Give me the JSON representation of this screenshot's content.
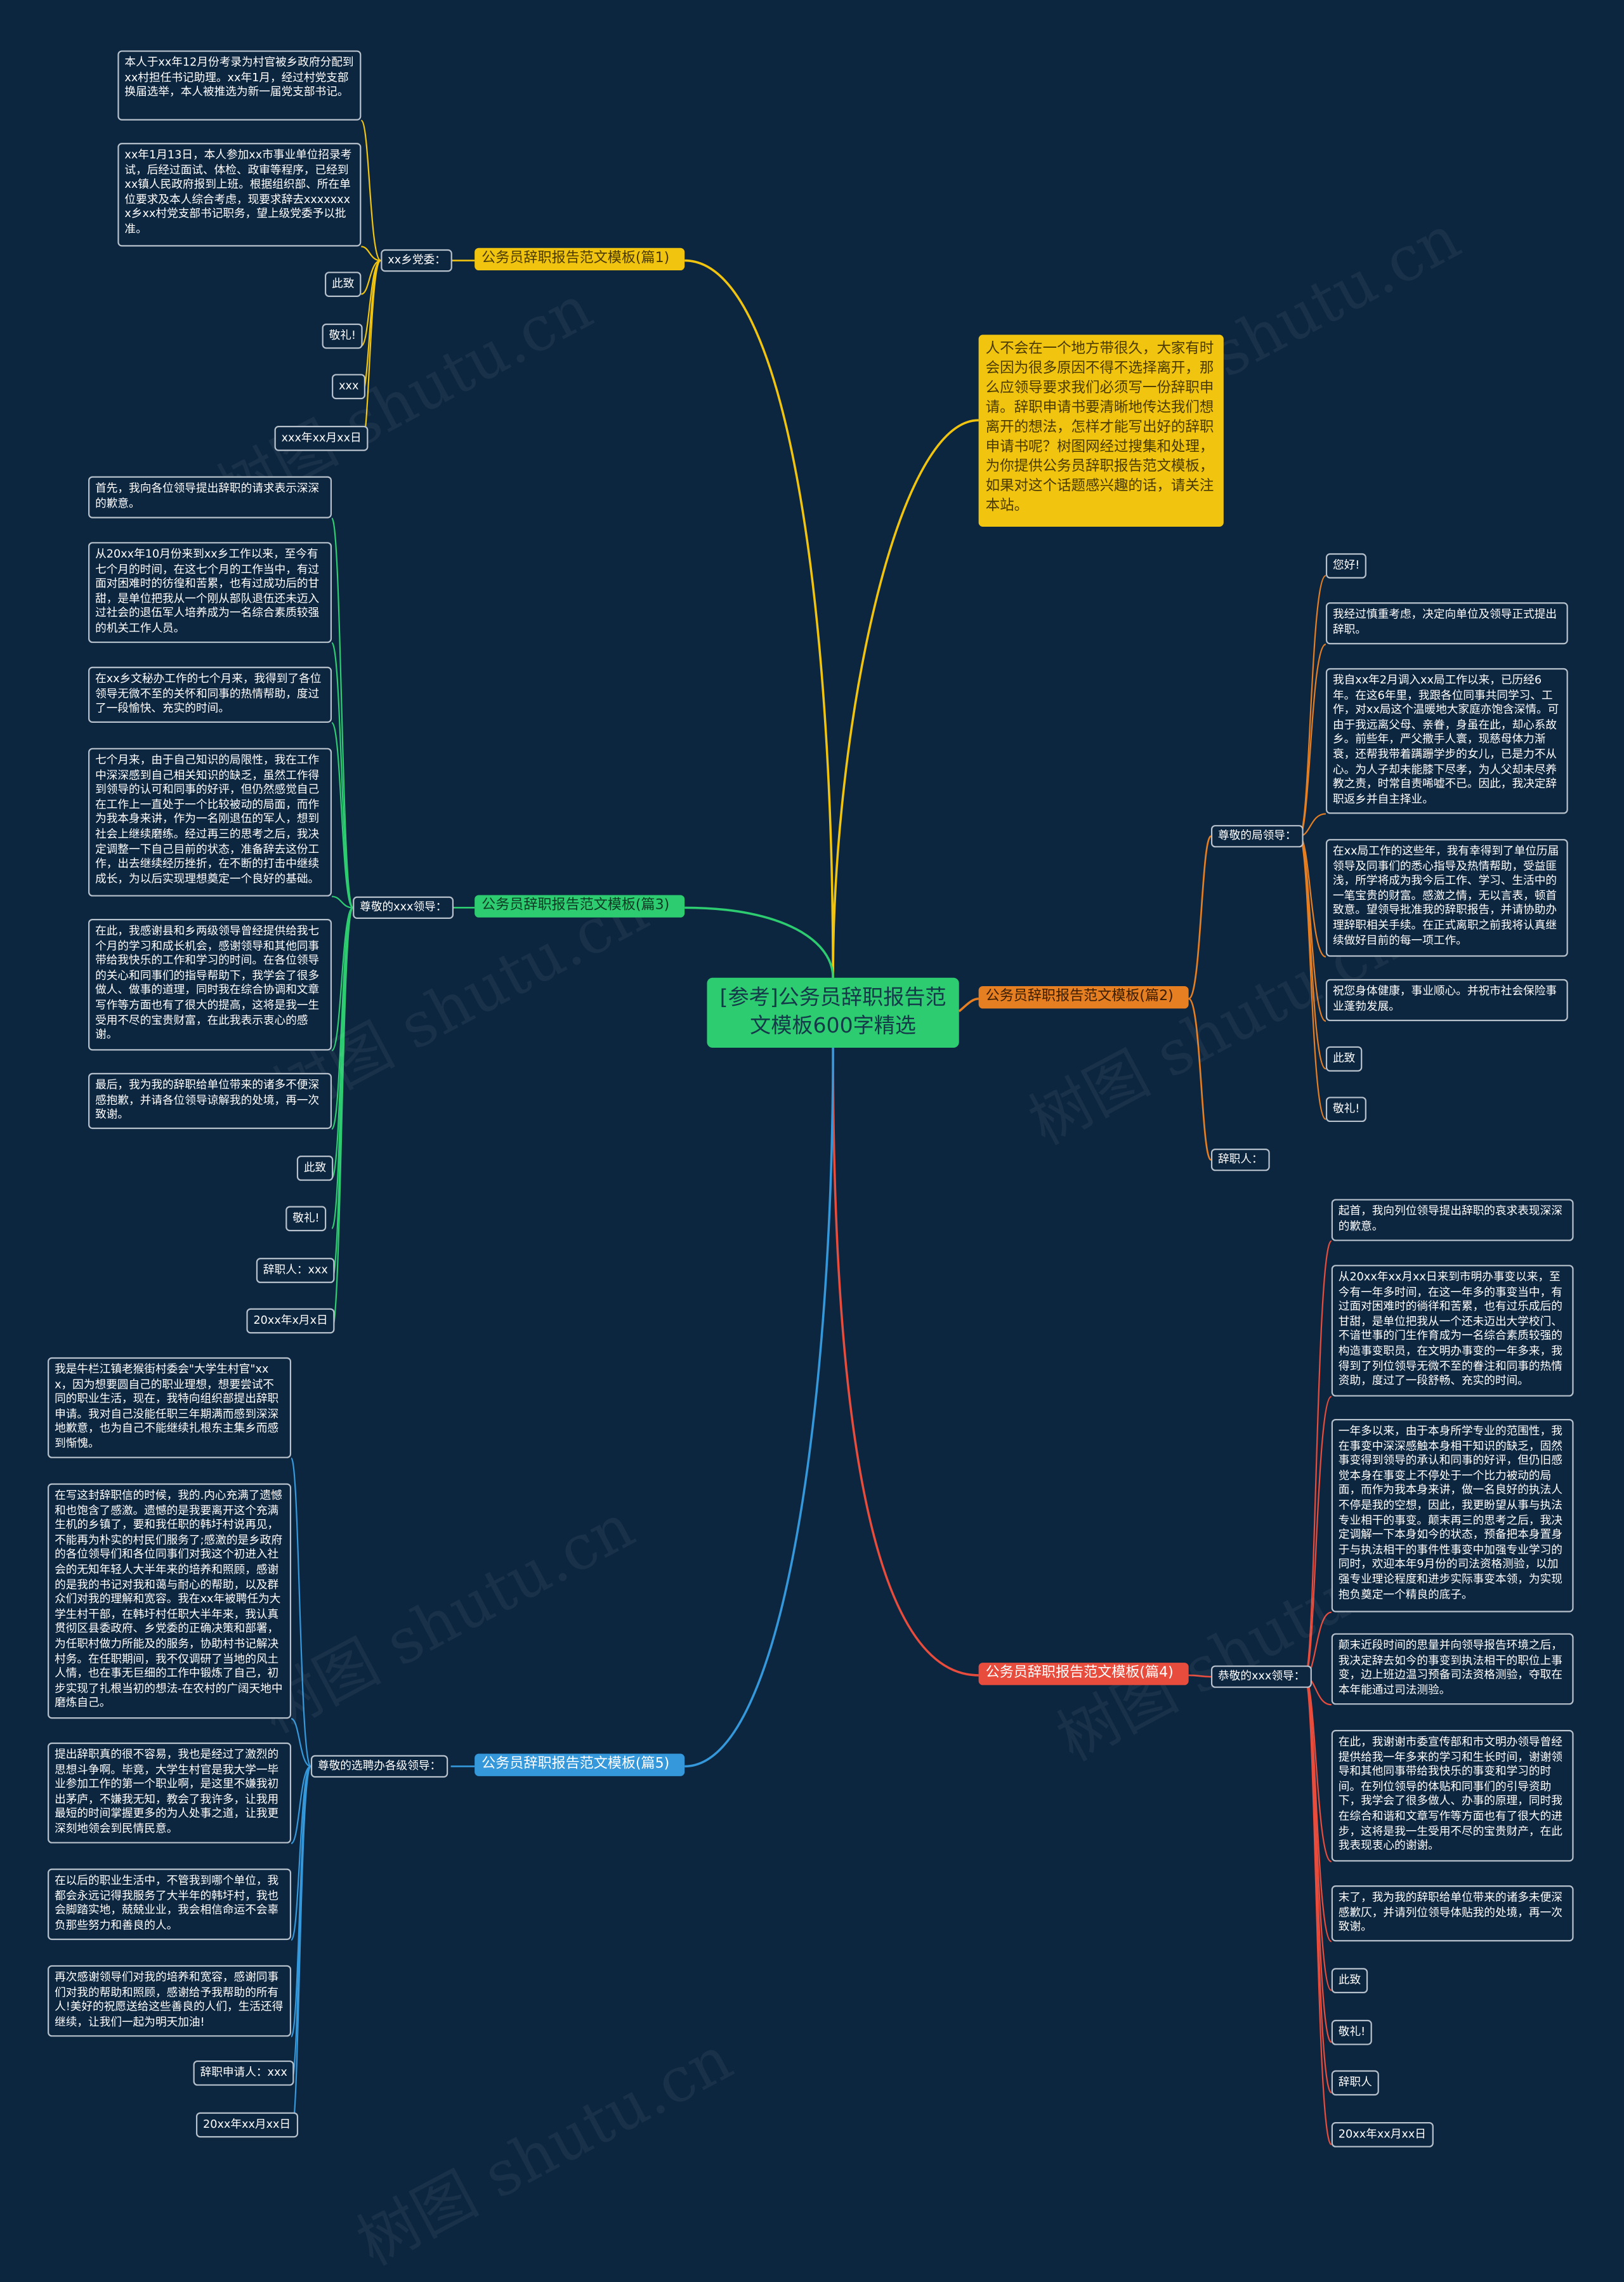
{
  "root": {
    "title": "[参考]公务员辞职报告范文模板600字精选"
  },
  "intro": {
    "text": "人不会在一个地方带很久，大家有时会因为很多原因不得不选择离开，那么应领导要求我们必须写一份辞职申请。辞职申请书要清晰地传达我们想离开的想法，怎样才能写出好的辞职申请书呢？树图网经过搜集和处理，为你提供公务员辞职报告范文模板，如果对这个话题感兴趣的话，请关注本站。"
  },
  "colors": {
    "background": "#0d2640",
    "b1": "#f1c40f",
    "b2": "#e67e22",
    "b3": "#2ecc71",
    "b4": "#e74c3c",
    "b5": "#3498db"
  },
  "branches": {
    "b1": {
      "label": "公务员辞职报告范文模板(篇1)",
      "sub": "xx乡党委：",
      "paragraphs": [
        "本人于xx年12月份考录为村官被乡政府分配到xx村担任书记助理。xx年1月，经过村党支部换届选举，本人被推选为新一届党支部书记。",
        "xx年1月13日，本人参加xx市事业单位招录考试，后经过面试、体检、政审等程序，已经到xx镇人民政府报到上班。根据组织部、所在单位要求及本人综合考虑，现要求辞去xxxxxxxx乡xx村党支部书记职务，望上级党委予以批准。"
      ],
      "tags": [
        "此致",
        "敬礼!",
        "xxx",
        "xxx年xx月xx日"
      ]
    },
    "b2": {
      "label": "公务员辞职报告范文模板(篇2)",
      "sub1": "尊敬的局领导：",
      "sub2": "辞职人：",
      "greet": "您好!",
      "paragraphs": [
        "我经过慎重考虑，决定向单位及领导正式提出辞职。",
        "我自xx年2月调入xx局工作以来，已历经6年。在这6年里，我跟各位同事共同学习、工作，对xx局这个温暖地大家庭亦饱含深情。可由于我远离父母、亲眷，身虽在此，却心系故乡。前些年，严父撒手人寰，现慈母体力渐衰，还帮我带着蹒跚学步的女儿，已是力不从心。为人子却未能膝下尽孝，为人父却未尽养教之责，时常自责唏嘘不已。因此，我决定辞职返乡并自主择业。",
        "在xx局工作的这些年，我有幸得到了单位历届领导及同事们的悉心指导及热情帮助，受益匪浅，所学将成为我今后工作、学习、生活中的一笔宝贵的财富。感激之情，无以言表，顿首致意。望领导批准我的辞职报告，并请协助办理辞职相关手续。在正式离职之前我将认真继续做好目前的每一项工作。",
        "祝您身体健康，事业顺心。并祝市社会保险事业蓬勃发展。"
      ],
      "tags": [
        "此致",
        "敬礼!"
      ]
    },
    "b3": {
      "label": "公务员辞职报告范文模板(篇3)",
      "sub": "尊敬的xxx领导：",
      "paragraphs": [
        "首先，我向各位领导提出辞职的请求表示深深的歉意。",
        "从20xx年10月份来到xx乡工作以来，至今有七个月的时间，在这七个月的工作当中，有过面对困难时的彷徨和苦累，也有过成功后的甘甜，是单位把我从一个刚从部队退伍还未迈入过社会的退伍军人培养成为一名综合素质较强的机关工作人员。",
        "在xx乡文秘办工作的七个月来，我得到了各位领导无微不至的关怀和同事的热情帮助，度过了一段愉快、充实的时间。",
        "七个月来，由于自己知识的局限性，我在工作中深深感到自己相关知识的缺乏，虽然工作得到领导的认可和同事的好评，但仍然感觉自己在工作上一直处于一个比较被动的局面，而作为我本身来讲，作为一名刚退伍的军人，想到社会上继续磨练。经过再三的思考之后，我决定调整一下自己目前的状态，准备辞去这份工作，出去继续经历挫折，在不断的打击中继续成长，为以后实现理想奠定一个良好的基础。",
        "在此，我感谢县和乡两级领导曾经提供给我七个月的学习和成长机会，感谢领导和其他同事带给我快乐的工作和学习的时间。在各位领导的关心和同事们的指导帮助下，我学会了很多做人、做事的道理，同时我在综合协调和文章写作等方面也有了很大的提高，这将是我一生受用不尽的宝贵财富，在此我表示衷心的感谢。",
        "最后，我为我的辞职给单位带来的诸多不便深感抱歉，并请各位领导谅解我的处境，再一次致谢。"
      ],
      "tags": [
        "此致",
        "敬礼!",
        "辞职人：xxx",
        "20xx年x月x日"
      ]
    },
    "b4": {
      "label": "公务员辞职报告范文模板(篇4)",
      "sub": "恭敬的xxx领导：",
      "paragraphs": [
        "起首，我向列位领导提出辞职的哀求表现深深的歉意。",
        "从20xx年xx月xx日来到市明办事变以来，至今有一年多时间，在这一年多的事变当中，有过面对困难时的徜徉和苦累，也有过乐成后的甘甜，是单位把我从一个还未迈出大学校门、不谙世事的门生作育成为一名综合素质较强的构造事变职员，在文明办事变的一年多来，我得到了列位领导无微不至的眷注和同事的热情资助，度过了一段舒畅、充实的时间。",
        "一年多以来，由于本身所学专业的范围性，我在事变中深深感触本身相干知识的缺乏，固然事变得到领导的承认和同事的好评，但仍旧感觉本身在事变上不停处于一个比力被动的局面，而作为我本身来讲，做一名良好的执法人不停是我的空想，因此，我更盼望从事与执法专业相干的事变。颠末再三的思考之后，我决定调解一下本身如今的状态，预备把本身置身于与执法相干的事件性事变中加强专业学习的同时，欢迎本年9月份的司法资格测验，以加强专业理论程度和进步实际事变本领，为实现抱负奠定一个精良的底子。",
        "颠末近段时间的思量并向领导报告环境之后，我决定辞去如今的事变到执法相干的职位上事变，边上班边温习预备司法资格测验，夺取在本年能通过司法测验。",
        "在此，我谢谢市委宣传部和市文明办领导曾经提供给我一年多来的学习和生长时间，谢谢领导和其他同事带给我快乐的事变和学习的时间。在列位领导的体贴和同事们的引导资助下，我学会了很多做人、办事的原理，同时我在综合和谐和文章写作等方面也有了很大的进步，这将是我一生受用不尽的宝贵财产，在此我表现衷心的谢谢。",
        "末了，我为我的辞职给单位带来的诸多未便深感歉仄，并请列位领导体贴我的处境，再一次致谢。"
      ],
      "tags": [
        "此致",
        "敬礼!",
        "辞职人",
        "20xx年xx月xx日"
      ]
    },
    "b5": {
      "label": "公务员辞职报告范文模板(篇5)",
      "sub": "尊敬的选聘办各级领导：",
      "paragraphs": [
        "我是牛栏江镇老猴街村委会\"大学生村官\"xxx，因为想要圆自己的职业理想，想要尝试不同的职业生活，现在，我特向组织部提出辞职申请。我对自己没能任职三年期满而感到深深地歉意，也为自己不能继续扎根东主集乡而感到惭愧。",
        "在写这封辞职信的时候，我的.内心充满了遗憾和也饱含了感激。遗憾的是我要离开这个充满生机的乡镇了，要和我任职的韩圩村说再见，不能再为朴实的村民们服务了;感激的是乡政府的各位领导们和各位同事们对我这个初进入社会的无知年轻人大半年来的培养和照顾，感谢的是我的书记对我和蔼与耐心的帮助，以及群众们对我的理解和宽容。我在xx年被聘任为大学生村干部，在韩圩村任职大半年来，我认真贯彻区县委政府、乡党委的正确决策和部署，为任职村做力所能及的服务，协助村书记解决村务。在任职期间，我不仅调研了当地的风土人情，也在事无巨细的工作中锻炼了自己，初步实现了扎根当初的想法-在农村的广阔天地中磨炼自己。",
        "提出辞职真的很不容易，我也是经过了激烈的思想斗争啊。毕竟，大学生村官是我大学一毕业参加工作的第一个职业啊，是这里不嫌我初出茅庐，不嫌我无知，教会了我许多，让我用最短的时间掌握更多的为人处事之道，让我更深刻地领会到民情民意。",
        "在以后的职业生活中，不管我到哪个单位，我都会永远记得我服务了大半年的韩圩村，我也会脚踏实地，兢兢业业，我会相信命运不会辜负那些努力和善良的人。",
        "再次感谢领导们对我的培养和宽容，感谢同事们对我的帮助和照顾，感谢给予我帮助的所有人!美好的祝愿送给这些善良的人们，生活还得继续，让我们一起为明天加油!"
      ],
      "tags": [
        "辞职申请人：xxx",
        "20xx年xx月xx日"
      ]
    }
  },
  "watermark": "树图 shutu.cn"
}
